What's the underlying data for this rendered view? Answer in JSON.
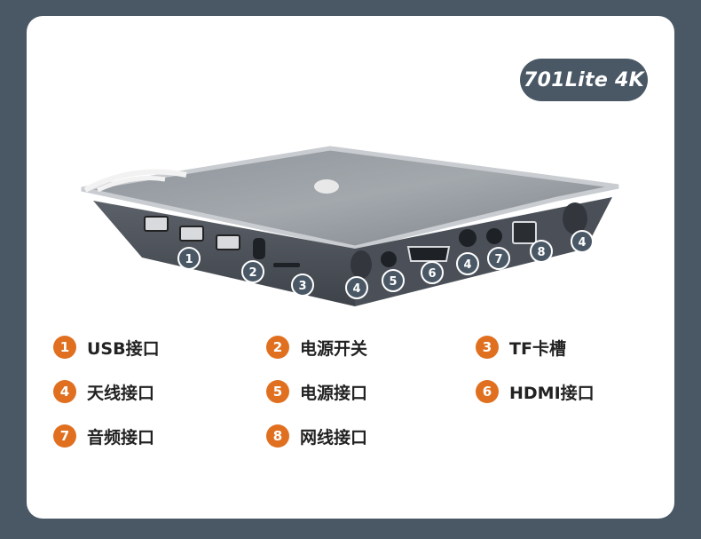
{
  "model": "701Lite 4K",
  "callouts": [
    {
      "num": "1"
    },
    {
      "num": "2"
    },
    {
      "num": "3"
    },
    {
      "num": "4"
    },
    {
      "num": "5"
    },
    {
      "num": "6"
    },
    {
      "num": "4"
    },
    {
      "num": "7"
    },
    {
      "num": "8"
    },
    {
      "num": "4"
    }
  ],
  "legend": [
    {
      "num": "1",
      "label": "USB接口"
    },
    {
      "num": "2",
      "label": "电源开关"
    },
    {
      "num": "3",
      "label": "TF卡槽"
    },
    {
      "num": "4",
      "label": "天线接口"
    },
    {
      "num": "5",
      "label": "电源接口"
    },
    {
      "num": "6",
      "label": "HDMI接口"
    },
    {
      "num": "7",
      "label": "音频接口"
    },
    {
      "num": "8",
      "label": "网线接口"
    }
  ],
  "colors": {
    "accent": "#e07020",
    "badge": "#4a5866",
    "background": "#4a5866"
  }
}
